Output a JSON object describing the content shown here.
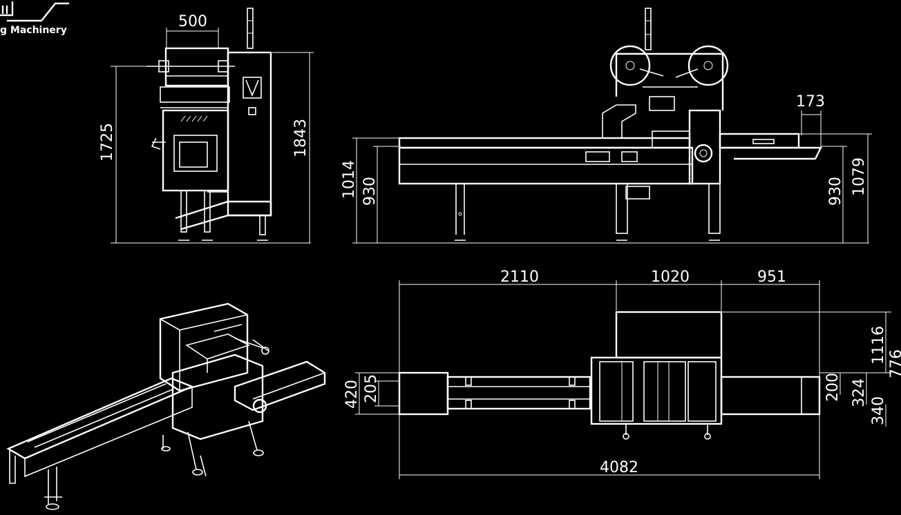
{
  "brand": {
    "text": "g Machinery",
    "logo_icon": "company-logo-icon"
  },
  "dimensions": {
    "side_width": "500",
    "side_height_1725": "1725",
    "side_height_1843": "1843",
    "front_height_1014": "1014",
    "front_height_930_left": "930",
    "front_offset_173": "173",
    "front_height_930_right": "930",
    "front_height_1079": "1079",
    "top_length_2110": "2110",
    "top_length_1020": "1020",
    "top_length_951": "951",
    "top_total_4082": "4082",
    "top_width_420": "420",
    "top_width_205": "205",
    "top_width_200": "200",
    "top_width_324": "324",
    "top_width_340": "340",
    "top_width_1116": "1116",
    "top_width_776": "776"
  },
  "colors": {
    "background": "#000000",
    "lines": "#ffffff"
  }
}
